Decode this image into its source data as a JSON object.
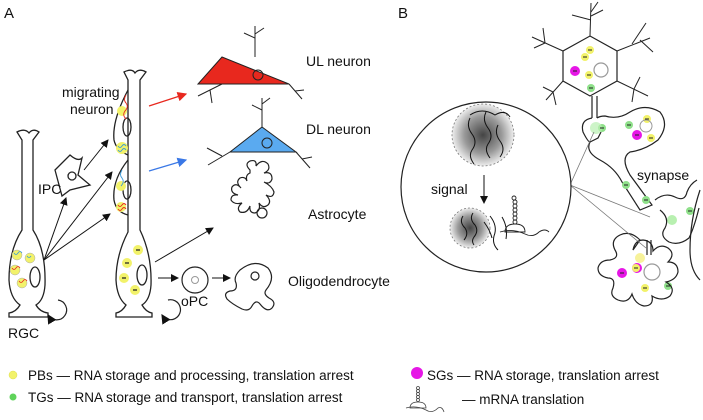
{
  "panels": {
    "a": {
      "label": "A",
      "cells": {
        "rgc": "RGC",
        "ipc": "IPC",
        "migrating_neuron_line1": "migrating",
        "migrating_neuron_line2": "neuron",
        "ul_neuron": "UL neuron",
        "dl_neuron": "DL neuron",
        "astrocyte": "Astrocyte",
        "opc": "oPC",
        "oligodendrocyte": "Oligodendrocyte"
      }
    },
    "b": {
      "label": "B",
      "signal": "signal",
      "synapse": "synapse"
    }
  },
  "legend": {
    "items": [
      {
        "key": "pbs",
        "text": "PBs — RNA storage and processing, translation arrest",
        "color": "#f2f26a"
      },
      {
        "key": "tgs",
        "text": "TGs — RNA storage and transport, translation arrest",
        "color": "#5fd35a"
      },
      {
        "key": "sgs",
        "text": "SGs — RNA storage, translation arrest",
        "color": "#e617e6"
      },
      {
        "key": "mrna",
        "text": "— mRNA translation",
        "color": "#333333"
      }
    ]
  },
  "colors": {
    "ul_neuron_fill": "#e8281e",
    "dl_neuron_fill": "#5aaaf0",
    "ul_arrow": "#e8281e",
    "dl_arrow": "#3a78e6",
    "pb": "#f2f26a",
    "tg": "#8fe08a",
    "sg": "#e617e6",
    "stroke": "#222222"
  }
}
